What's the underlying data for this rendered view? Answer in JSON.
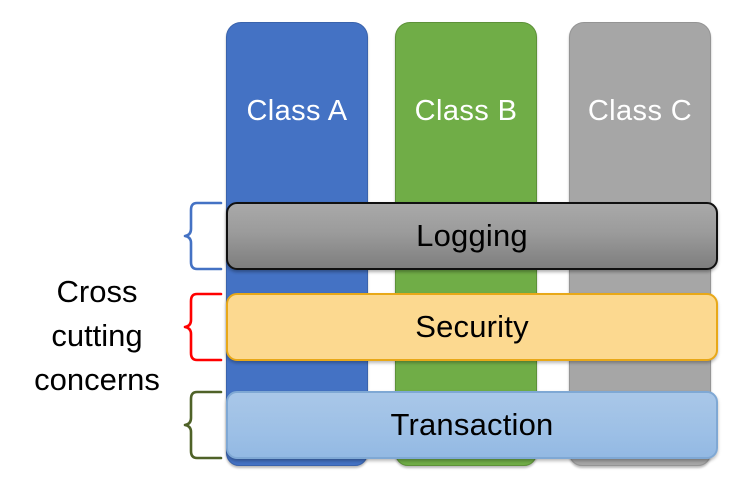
{
  "diagram": {
    "caption": {
      "line1": "Cross",
      "line2": "cutting",
      "line3": "concerns"
    },
    "classes": [
      {
        "label": "Class A",
        "color": "#4472c4",
        "icon": "class-box-icon"
      },
      {
        "label": "Class B",
        "color": "#70ad47",
        "icon": "class-box-icon"
      },
      {
        "label": "Class C",
        "color": "#a6a6a6",
        "icon": "class-box-icon"
      }
    ],
    "concerns": [
      {
        "label": "Logging",
        "color": "#9b9b9b",
        "brace_color": "#4472c4"
      },
      {
        "label": "Security",
        "color": "#fcd990",
        "brace_color": "#ff0000"
      },
      {
        "label": "Transaction",
        "color": "#9dc0e6",
        "brace_color": "#4f6228"
      }
    ]
  }
}
